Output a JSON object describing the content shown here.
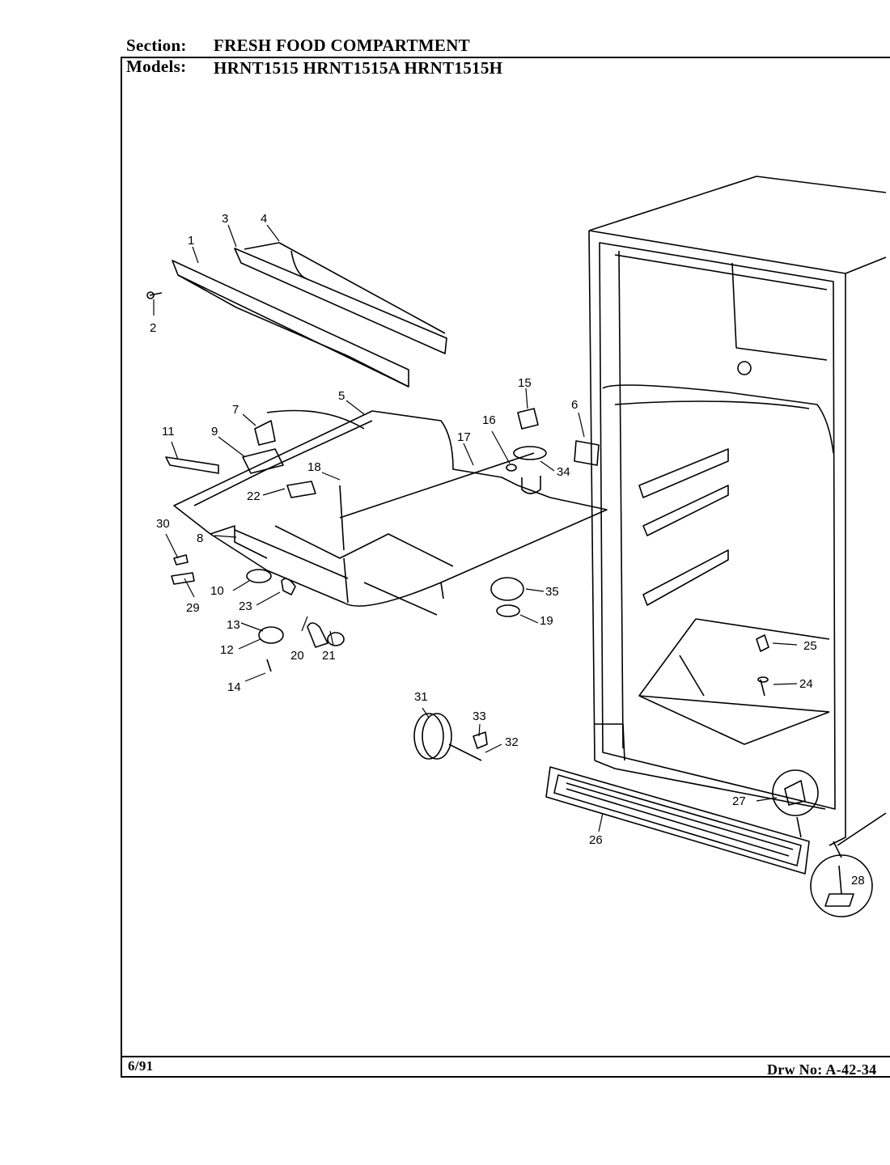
{
  "header": {
    "section_label": "Section:",
    "section_value": "FRESH FOOD COMPARTMENT",
    "models_label": "Models:",
    "models_value": "HRNT1515  HRNT1515A  HRNT1515H"
  },
  "footer": {
    "date": "6/91",
    "drawing_number": "Drw No: A-42-34"
  },
  "callouts": [
    "1",
    "2",
    "3",
    "4",
    "5",
    "6",
    "7",
    "8",
    "9",
    "10",
    "11",
    "12",
    "13",
    "14",
    "15",
    "16",
    "17",
    "18",
    "19",
    "20",
    "21",
    "22",
    "23",
    "24",
    "25",
    "26",
    "27",
    "28",
    "29",
    "30",
    "31",
    "32",
    "33",
    "34",
    "35"
  ]
}
